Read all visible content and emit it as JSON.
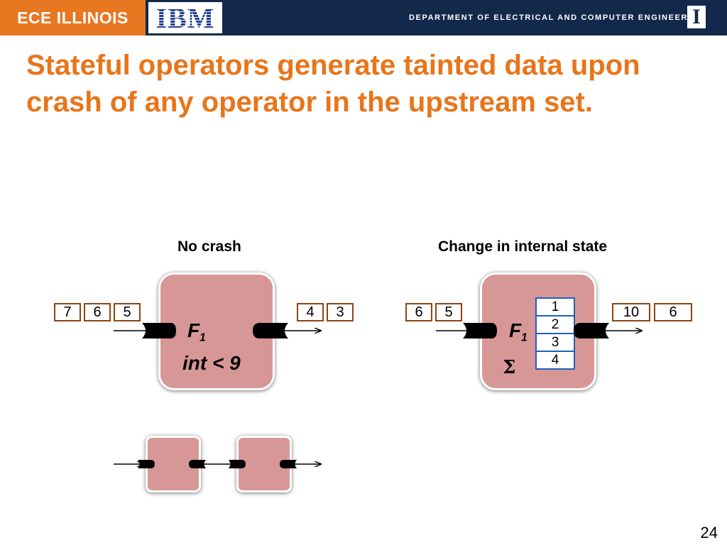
{
  "header": {
    "org_name": "ECE ILLINOIS",
    "partner_logo_text": "IBM",
    "department": "DEPARTMENT OF ELECTRICAL AND COMPUTER ENGINEERING",
    "university_mark": "I",
    "banner_color": "#13294b",
    "accent_color": "#e87722"
  },
  "slide": {
    "title": "Stateful operators generate tainted data upon crash of any operator in the upstream set.",
    "title_color": "#e8751a",
    "page_number": "24"
  },
  "left_diagram": {
    "label": "No crash",
    "operator_name": "F",
    "operator_subscript": "1",
    "predicate": "int < 9",
    "input_tuples": [
      "7",
      "6",
      "5"
    ],
    "output_tuples": [
      "4",
      "3"
    ]
  },
  "right_diagram": {
    "label": "Change in internal state",
    "operator_name": "F",
    "operator_subscript": "1",
    "function_symbol": "Σ",
    "input_tuples": [
      "6",
      "5"
    ],
    "output_tuples": [
      "10",
      "6"
    ],
    "state_values": [
      "1",
      "2",
      "3",
      "4"
    ]
  },
  "colors": {
    "operator_fill": "#d89797",
    "tuple_border": "#8b4513",
    "state_border": "#1f5fbf"
  }
}
